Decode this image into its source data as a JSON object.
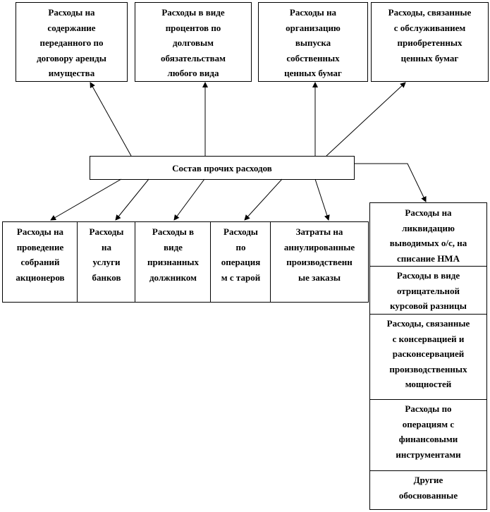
{
  "center": "Состав прочих расходов",
  "top_boxes": [
    "Расходы на\nсодержание\nпереданного по\nдоговору аренды\nимущества",
    "Расходы в виде\nпроцентов по\nдолговым\nобязательствам\nлюбого вида",
    "Расходы на\nорганизацию\nвыпуска\nсобственных\nценных бумаг",
    "Расходы, связанные\nс обслуживанием\nприобретенных\nценных бумаг"
  ],
  "bottom_boxes": [
    "Расходы на\nпроведение\nсобраний\nакционеров",
    "Расходы\nна\nуслуги\nбанков",
    "Расходы в\nвиде\nпризнанных\nдолжником",
    "Расходы\nпо\nоперация\nм с тарой",
    "Затраты на\nаннулированные\nпроизводственн\nые заказы"
  ],
  "right_boxes": [
    "Расходы на\nликвидацию\nвыводимых о/с, на\nсписание НМА",
    "Расходы в виде\nотрицательной\nкурсовой разницы",
    "Расходы, связанные\nс консервацией и\nрасконсервацией\nпроизводственных\nмощностей",
    "Расходы по\nоперациям с\nфинансовыми\nинструментами",
    "Другие\nобоснованные"
  ]
}
